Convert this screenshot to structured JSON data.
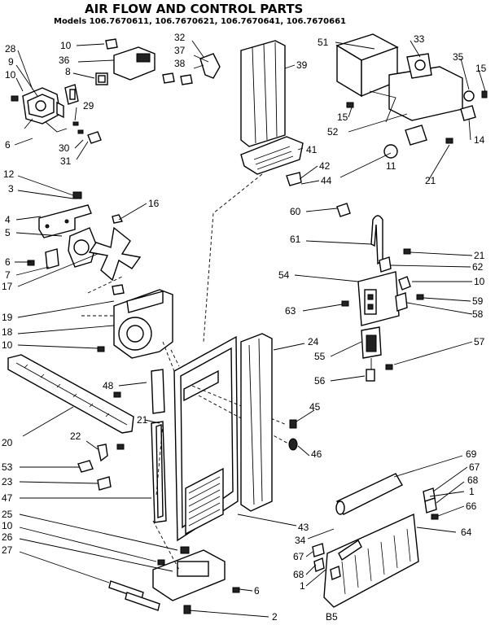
{
  "title": "AIR FLOW AND CONTROL PARTS",
  "models_line": "Models 106.7670611, 106.7670621, 106.7670641, 106.7670661",
  "page_code": "B5",
  "callouts": [
    "10",
    "32",
    "36",
    "37",
    "38",
    "39",
    "28",
    "9",
    "10",
    "8",
    "29",
    "30",
    "31",
    "6",
    "12",
    "3",
    "16",
    "4",
    "5",
    "6",
    "7",
    "17",
    "19",
    "18",
    "10",
    "20",
    "48",
    "21",
    "22",
    "53",
    "23",
    "47",
    "25",
    "10",
    "26",
    "27",
    "51",
    "33",
    "35",
    "15",
    "15",
    "52",
    "14",
    "41",
    "42",
    "44",
    "11",
    "21",
    "60",
    "61",
    "21",
    "62",
    "54",
    "10",
    "59",
    "63",
    "58",
    "24",
    "57",
    "55",
    "56",
    "45",
    "46",
    "43",
    "69",
    "67",
    "68",
    "1",
    "66",
    "34",
    "64",
    "67",
    "68",
    "1",
    "6",
    "2"
  ]
}
